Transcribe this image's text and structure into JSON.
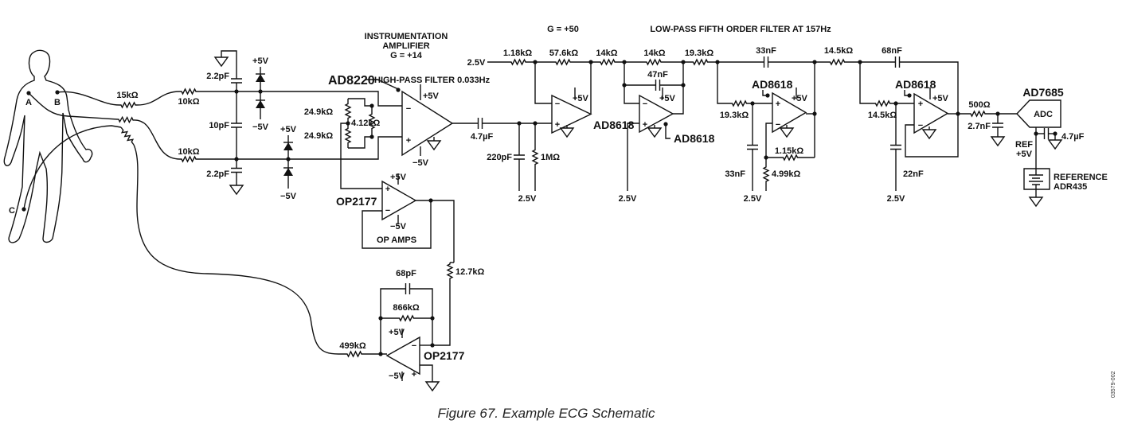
{
  "caption": "Figure 67. Example ECG Schematic",
  "figure_code": "03579-002",
  "electrodes": {
    "a": "A",
    "b": "B",
    "c": "C"
  },
  "headings": {
    "inamp_title": [
      "INSTRUMENTATION",
      "AMPLIFIER",
      "G = +14"
    ],
    "gain_stage": "G = +50",
    "lowpass": "LOW-PASS FIFTH ORDER FILTER AT 157Hz",
    "highpass": "HIGH-PASS FILTER 0.033Hz",
    "op_amps": "OP AMPS"
  },
  "parts": {
    "inamp": "AD8220",
    "opamp_buffer": "OP2177",
    "opamp_rld": "OP2177",
    "gain_opamp": "AD8618",
    "lp_opamp1": "AD8618",
    "lp_opamp2": "AD8618",
    "lp_opamp3": "AD8618",
    "adc_part": "AD7685",
    "adc": "ADC",
    "reference": [
      "REFERENCE",
      "ADR435"
    ],
    "ref_label": [
      "REF",
      "+5V"
    ]
  },
  "supplies": {
    "pos": "+5V",
    "neg": "−5V",
    "mid": "2.5V"
  },
  "resistors": {
    "r_b_in": "15kΩ",
    "r_top": "10kΩ",
    "r_bot": "10kΩ",
    "r_gain_top": "24.9kΩ",
    "r_gain_bot": "24.9kΩ",
    "r_gain": "4.12kΩ",
    "r_rld_fb": "866kΩ",
    "r_rld_in": "499kΩ",
    "r_rld_out": "12.7kΩ",
    "r_hp": "1MΩ",
    "r_g1": "1.18kΩ",
    "r_g2": "57.6kΩ",
    "r_lp1": "14kΩ",
    "r_lp2": "14kΩ",
    "r_lp3": "19.3kΩ",
    "r_lp4": "19.3kΩ",
    "r_lp5": "1.15kΩ",
    "r_lp6": "4.99kΩ",
    "r_lp7": "14.5kΩ",
    "r_lp8": "14.5kΩ",
    "r_out": "500Ω"
  },
  "capacitors": {
    "c_top": "2.2pF",
    "c_mid": "10pF",
    "c_bot": "2.2pF",
    "c_rld": "68pF",
    "c_couple": "4.7µF",
    "c_hp": "220pF",
    "c_lp1": "47nF",
    "c_lp2": "33nF",
    "c_lp3": "33nF",
    "c_lp4": "68nF",
    "c_lp5": "22nF",
    "c_out": "2.7nF",
    "c_ref": "4.7µF"
  }
}
